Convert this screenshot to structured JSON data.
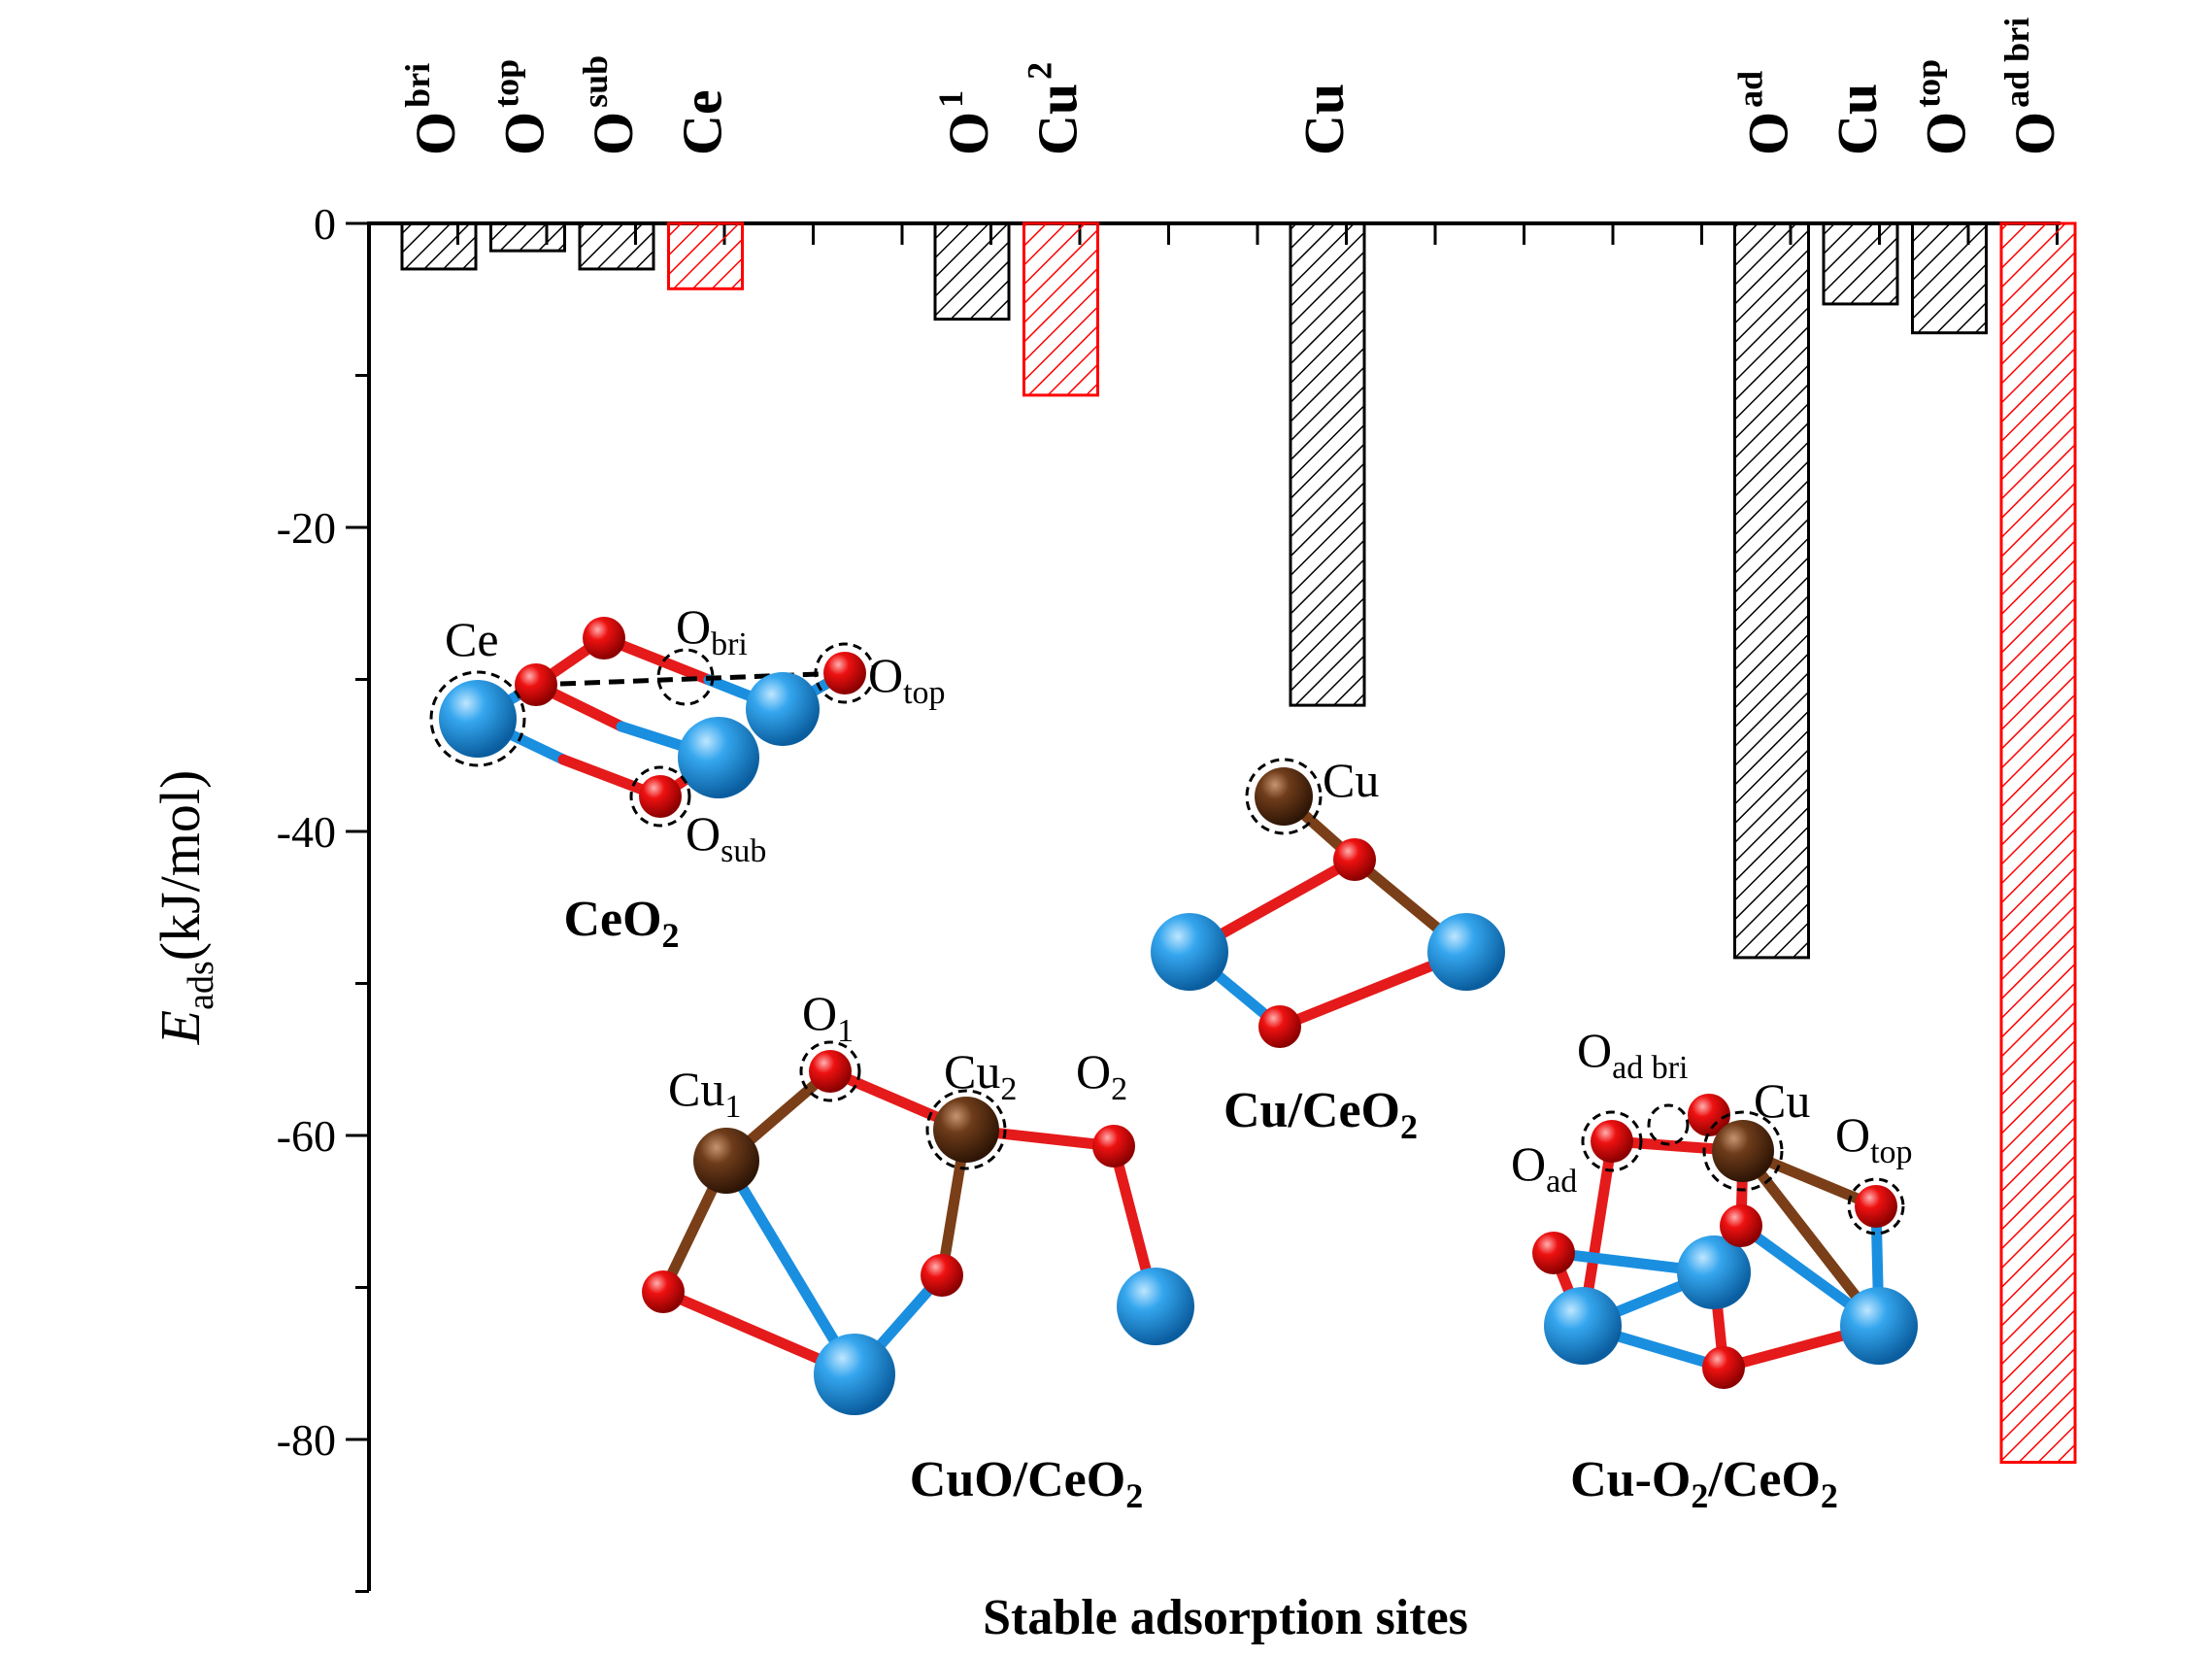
{
  "chart_data": {
    "type": "bar",
    "title": "",
    "xlabel": "Stable adsorption sites",
    "ylabel": {
      "main": "E",
      "sub": "ads",
      "unit": "(kJ/mol)"
    },
    "ylim": [
      -90,
      0
    ],
    "yticks": [
      0,
      -20,
      -40,
      -60,
      -80
    ],
    "grid": false,
    "legend": "none",
    "colors": {
      "normal": "#000000",
      "highlight": "#ff0000"
    },
    "categories": [
      {
        "base": "O",
        "sub": "bri"
      },
      {
        "base": "O",
        "sub": "top"
      },
      {
        "base": "O",
        "sub": "sub"
      },
      {
        "base": "Ce",
        "sub": ""
      },
      {
        "base": "O",
        "sub": "1"
      },
      {
        "base": "Cu",
        "sub": "2"
      },
      {
        "base": "Cu",
        "sub": ""
      },
      {
        "base": "O",
        "sub": "ad"
      },
      {
        "base": "Cu",
        "sub": ""
      },
      {
        "base": "O",
        "sub": "top"
      },
      {
        "base": "O",
        "sub": "ad bri"
      }
    ],
    "values": [
      -3.0,
      -1.8,
      -3.0,
      -4.3,
      -6.3,
      -11.3,
      -31.7,
      -48.3,
      -5.3,
      -7.2,
      -81.5
    ],
    "highlight": [
      false,
      false,
      false,
      true,
      false,
      true,
      false,
      false,
      false,
      false,
      true
    ],
    "groups": [
      {
        "label": "CeO",
        "sub": "2"
      },
      {
        "label": "CuO/CeO",
        "sub": "2"
      },
      {
        "label": "Cu/CeO",
        "sub": "2"
      },
      {
        "label": "Cu-O",
        "sub": "2",
        "label2": "/CeO",
        "sub2": "2"
      }
    ]
  },
  "structures": {
    "ceo2": {
      "ce": "Ce",
      "obri": "O",
      "obri_sub": "bri",
      "otop": "O",
      "otop_sub": "top",
      "osub": "O",
      "osub_sub": "sub"
    },
    "cuo": {
      "cu1": "Cu",
      "cu1_sub": "1",
      "o1": "O",
      "o1_sub": "1",
      "cu2": "Cu",
      "cu2_sub": "2",
      "o2": "O",
      "o2_sub": "2"
    },
    "cu": {
      "cu": "Cu"
    },
    "cuo2": {
      "oadbri": "O",
      "oadbri_sub": "ad bri",
      "cu": "Cu",
      "oad": "O",
      "oad_sub": "ad",
      "otop": "O",
      "otop_sub": "top"
    }
  }
}
